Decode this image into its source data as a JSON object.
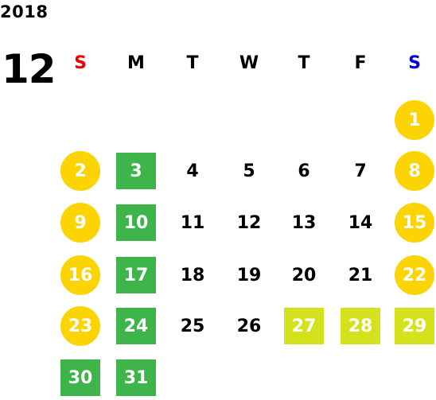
{
  "calendar": {
    "year": "2018",
    "month": "12",
    "weekdays": [
      {
        "label": "S",
        "color": "#ee0000"
      },
      {
        "label": "M",
        "color": "#000000"
      },
      {
        "label": "T",
        "color": "#000000"
      },
      {
        "label": "W",
        "color": "#000000"
      },
      {
        "label": "T",
        "color": "#000000"
      },
      {
        "label": "F",
        "color": "#000000"
      },
      {
        "label": "S",
        "color": "#0000dd"
      }
    ],
    "colors": {
      "holiday_circle": "#fcd303",
      "closed_square": "#3db54a",
      "special_square": "#d4e21d",
      "text_default": "#000000",
      "text_on_mark": "#ffffff"
    },
    "weeks": [
      [
        null,
        null,
        null,
        null,
        null,
        null,
        {
          "day": "1",
          "mark": "circle"
        }
      ],
      [
        {
          "day": "2",
          "mark": "circle"
        },
        {
          "day": "3",
          "mark": "green"
        },
        {
          "day": "4"
        },
        {
          "day": "5"
        },
        {
          "day": "6"
        },
        {
          "day": "7"
        },
        {
          "day": "8",
          "mark": "circle"
        }
      ],
      [
        {
          "day": "9",
          "mark": "circle"
        },
        {
          "day": "10",
          "mark": "green"
        },
        {
          "day": "11"
        },
        {
          "day": "12"
        },
        {
          "day": "13"
        },
        {
          "day": "14"
        },
        {
          "day": "15",
          "mark": "circle"
        }
      ],
      [
        {
          "day": "16",
          "mark": "circle"
        },
        {
          "day": "17",
          "mark": "green"
        },
        {
          "day": "18"
        },
        {
          "day": "19"
        },
        {
          "day": "20"
        },
        {
          "day": "21"
        },
        {
          "day": "22",
          "mark": "circle"
        }
      ],
      [
        {
          "day": "23",
          "mark": "circle"
        },
        {
          "day": "24",
          "mark": "green"
        },
        {
          "day": "25"
        },
        {
          "day": "26"
        },
        {
          "day": "27",
          "mark": "lime"
        },
        {
          "day": "28",
          "mark": "lime"
        },
        {
          "day": "29",
          "mark": "lime"
        }
      ],
      [
        {
          "day": "30",
          "mark": "green"
        },
        {
          "day": "31",
          "mark": "green"
        },
        null,
        null,
        null,
        null,
        null
      ]
    ]
  }
}
